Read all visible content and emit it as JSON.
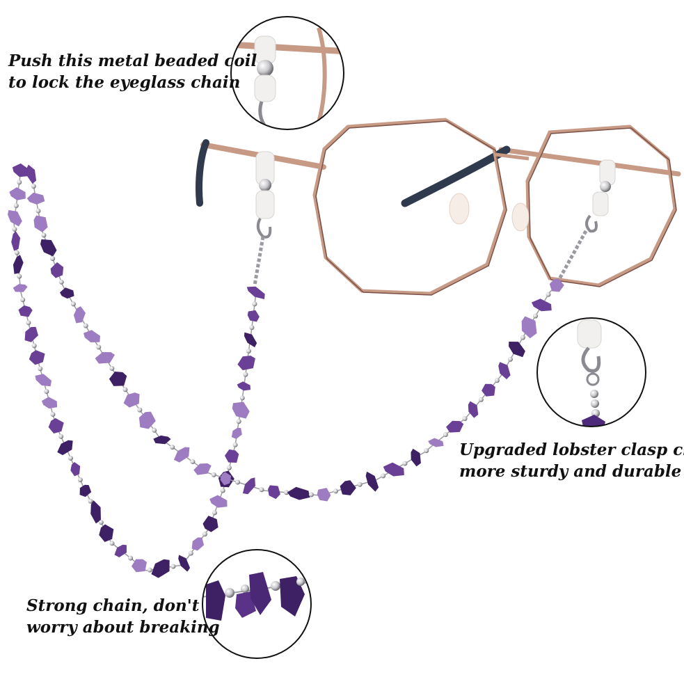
{
  "captions": {
    "coil": [
      "Push this metal beaded coil",
      "to lock the eyeglass chain"
    ],
    "clasp": [
      "Upgraded lobster clasp clip,",
      "more sturdy and durable"
    ],
    "chain": [
      "Strong chain, don't",
      "worry about breaking"
    ]
  },
  "colors": {
    "frame": "#c79a86",
    "frame_dark": "#7b5047",
    "temple_tip": "#2f3a4c",
    "amethyst": "#6a3f96",
    "amethyst_dark": "#3e2164",
    "amethyst_light": "#9d7cc2",
    "silver": "#c8c8cc",
    "silicone": "#f1f0ee"
  }
}
